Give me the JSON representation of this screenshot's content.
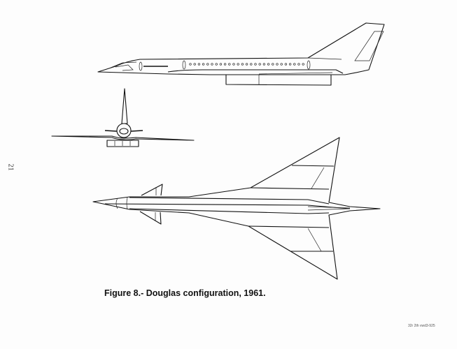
{
  "page": {
    "page_number": "21",
    "caption": "Figure 8.- Douglas configuration, 1961.",
    "scan_code": "32r 2th vwd3-925"
  },
  "figure": {
    "views": [
      "side-view",
      "front-view",
      "plan-view"
    ],
    "ink_color": "#111111",
    "paper_color": "#fdfdfd"
  }
}
